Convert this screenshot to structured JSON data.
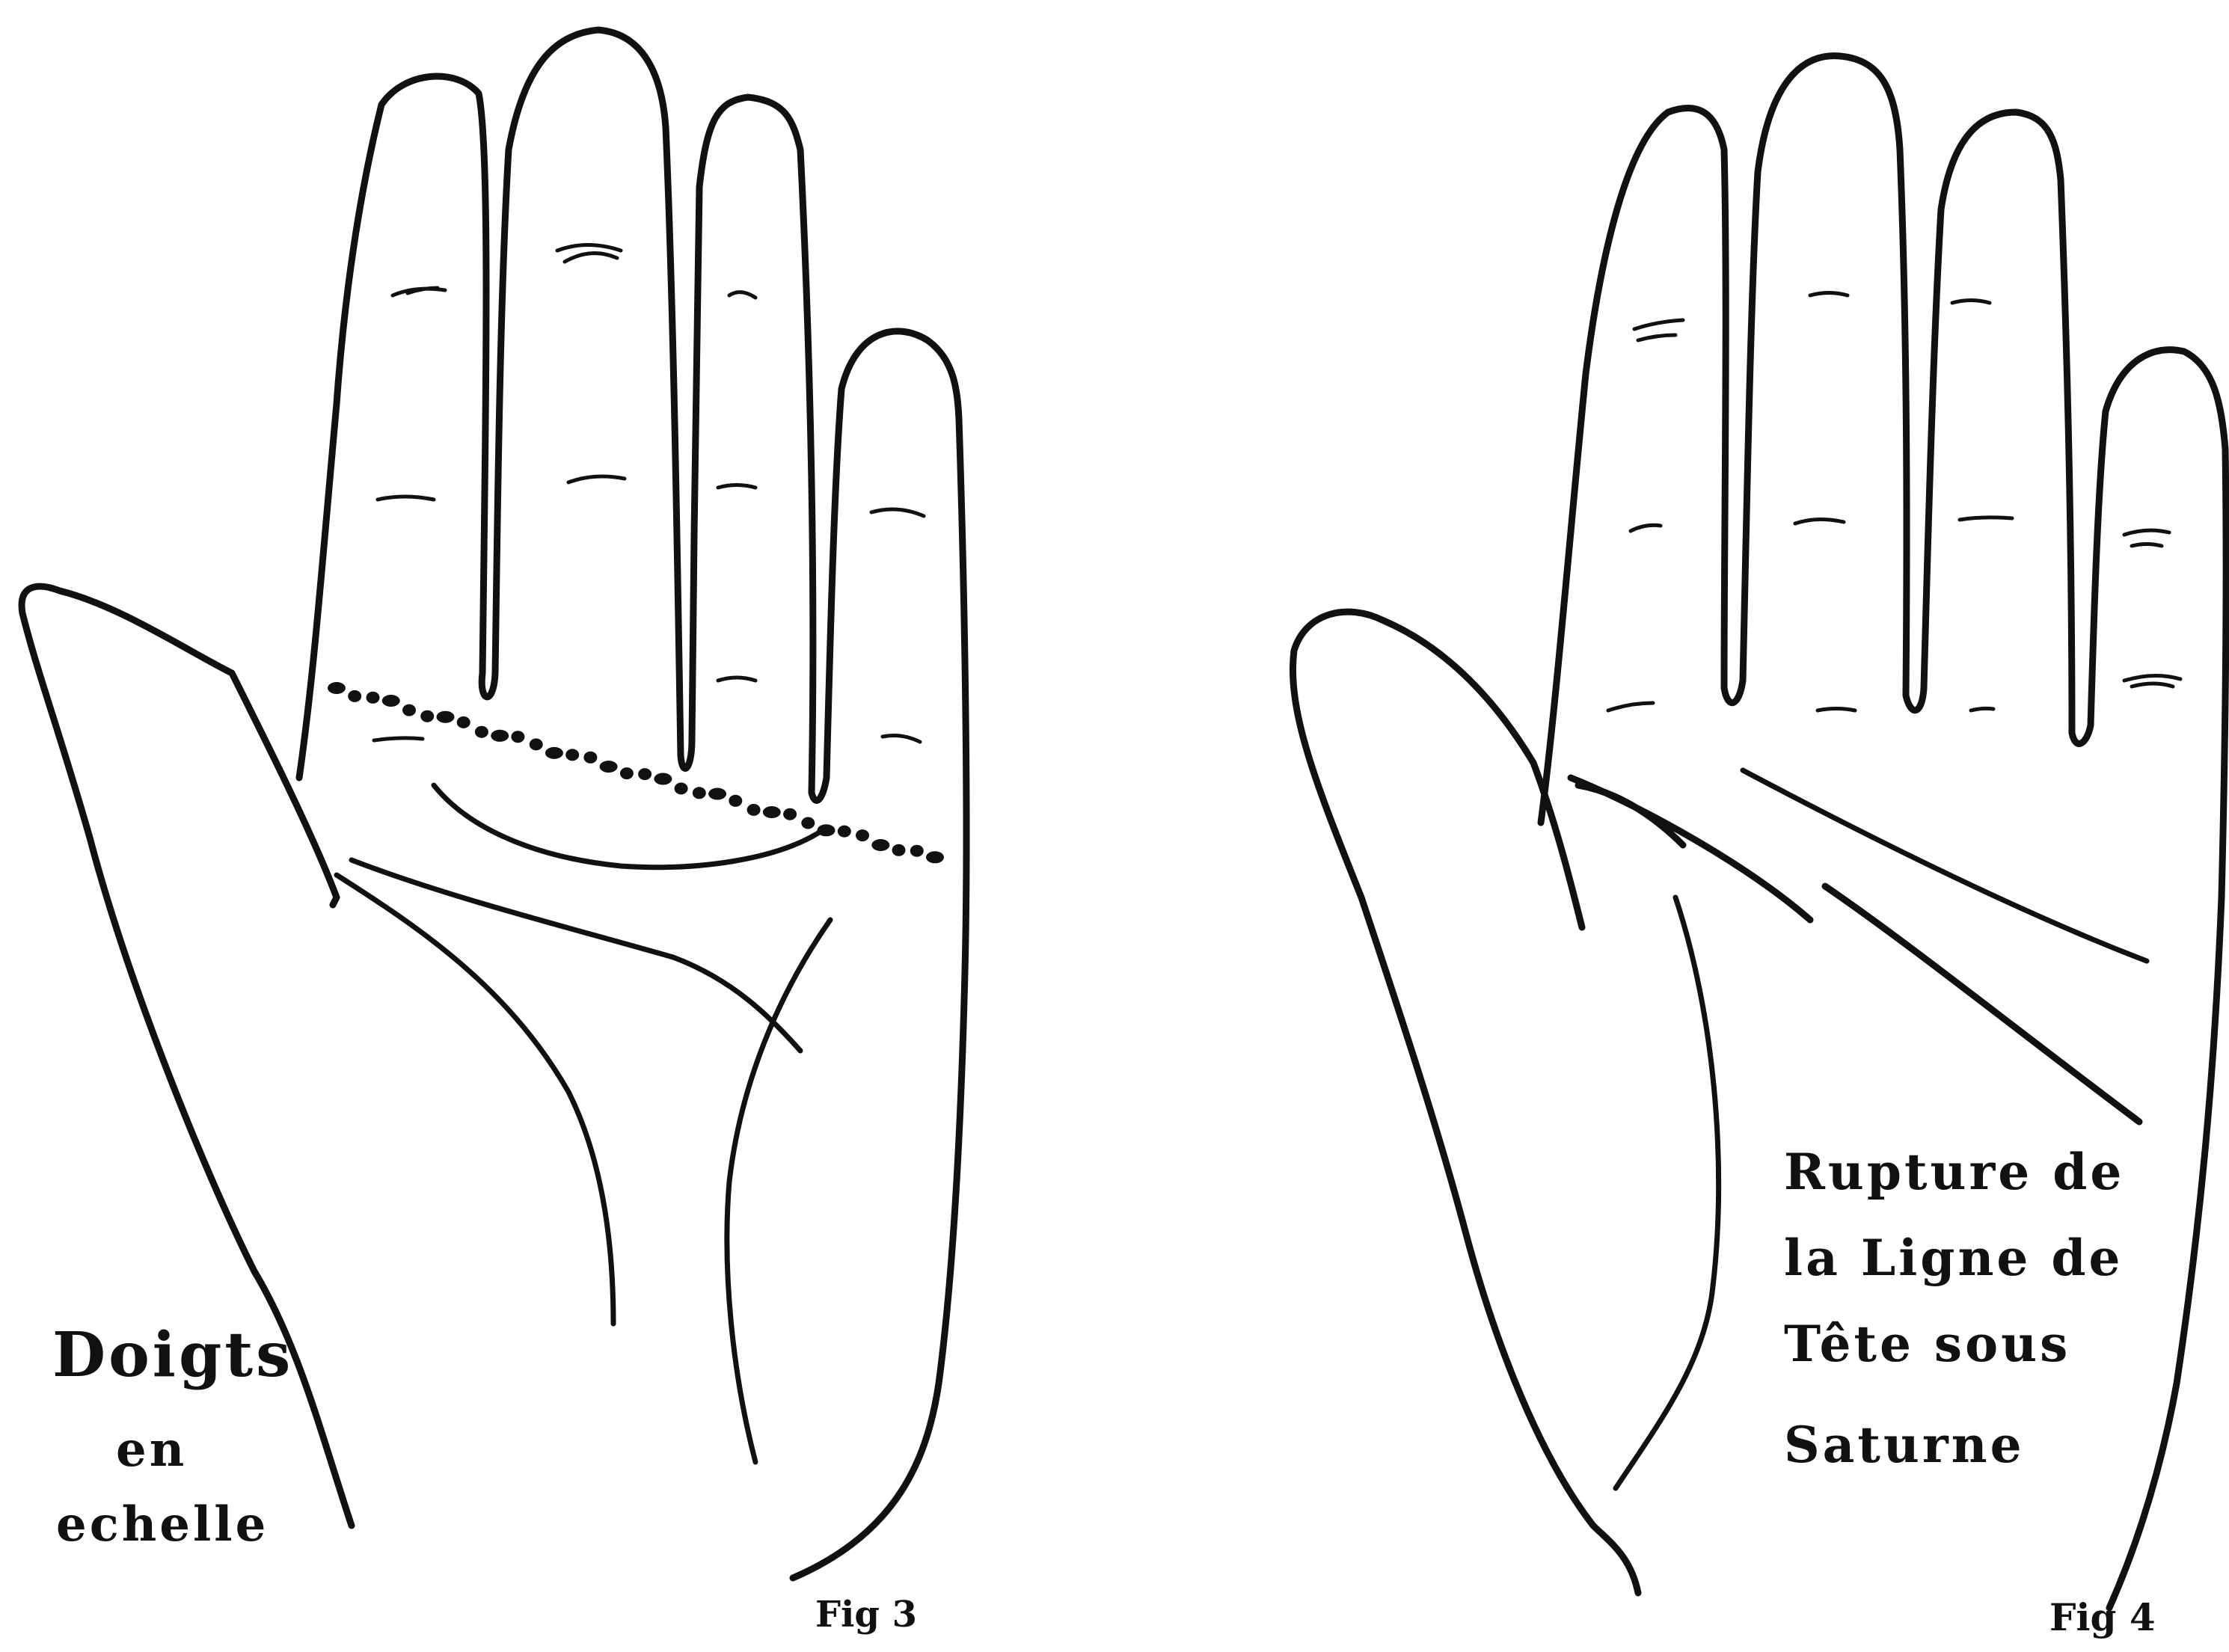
{
  "figures": [
    {
      "id": "fig3",
      "caption": "Fig 3",
      "annotation_lines": [
        "Doigts",
        "en",
        "echelle"
      ],
      "markings": [
        "ladder-dotted-line",
        "heart-line",
        "head-line",
        "life-line",
        "fate-line"
      ]
    },
    {
      "id": "fig4",
      "caption": "Fig 4",
      "annotation_lines": [
        "Rupture de",
        "la Ligne de",
        "Tête sous",
        "Saturne"
      ],
      "markings": [
        "life-line-fork",
        "head-line-broken-upper",
        "head-line-broken-lower"
      ]
    }
  ],
  "colors": {
    "ink": "#111111",
    "paper": "#ffffff"
  }
}
